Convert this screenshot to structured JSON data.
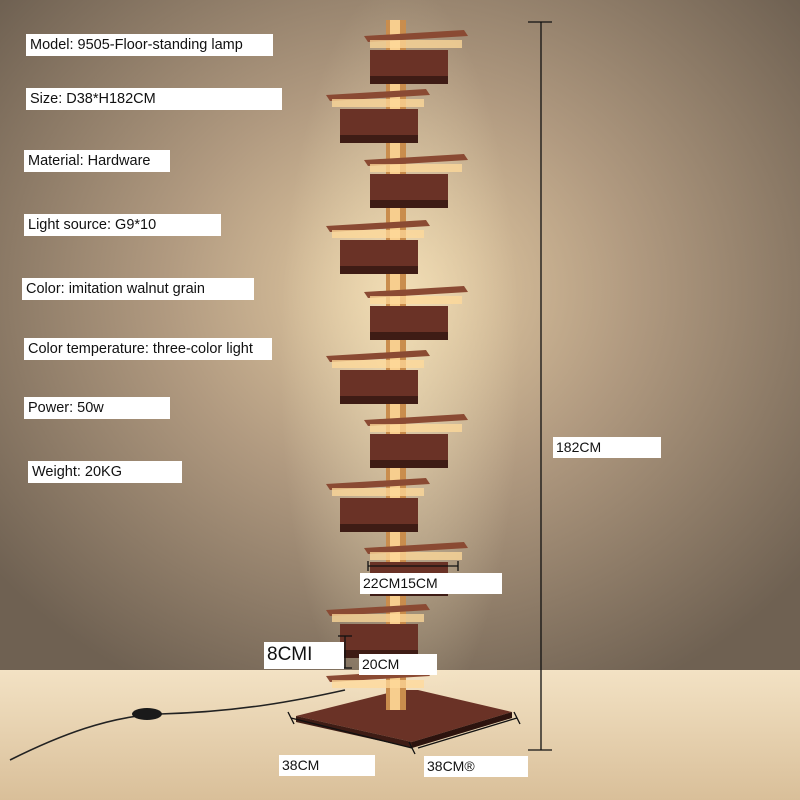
{
  "image": {
    "subject": "tiered floor lamp",
    "colors": {
      "wood": "#6a3226",
      "wood_shadow": "#3e1c15",
      "light_glow": "#ffd99a",
      "wall": "#9a8773",
      "floor": "#e9d2b0"
    }
  },
  "specs": [
    {
      "label": "Model: 9505-Floor-standing lamp"
    },
    {
      "label": "Size: D38*H182CM"
    },
    {
      "label": "Material: Hardware"
    },
    {
      "label": "Light source: G9*10"
    },
    {
      "label": "Color: imitation walnut grain"
    },
    {
      "label": "Color temperature: three-color light"
    },
    {
      "label": "Power: 50w"
    },
    {
      "label": "Weight: 20KG"
    }
  ],
  "dimensions": {
    "height": "182CM",
    "shelf_widths": "22CM15CM",
    "block_height": "8CMI",
    "block_width": "20CM",
    "base_left": "38CM",
    "base_right": "38CM®"
  }
}
